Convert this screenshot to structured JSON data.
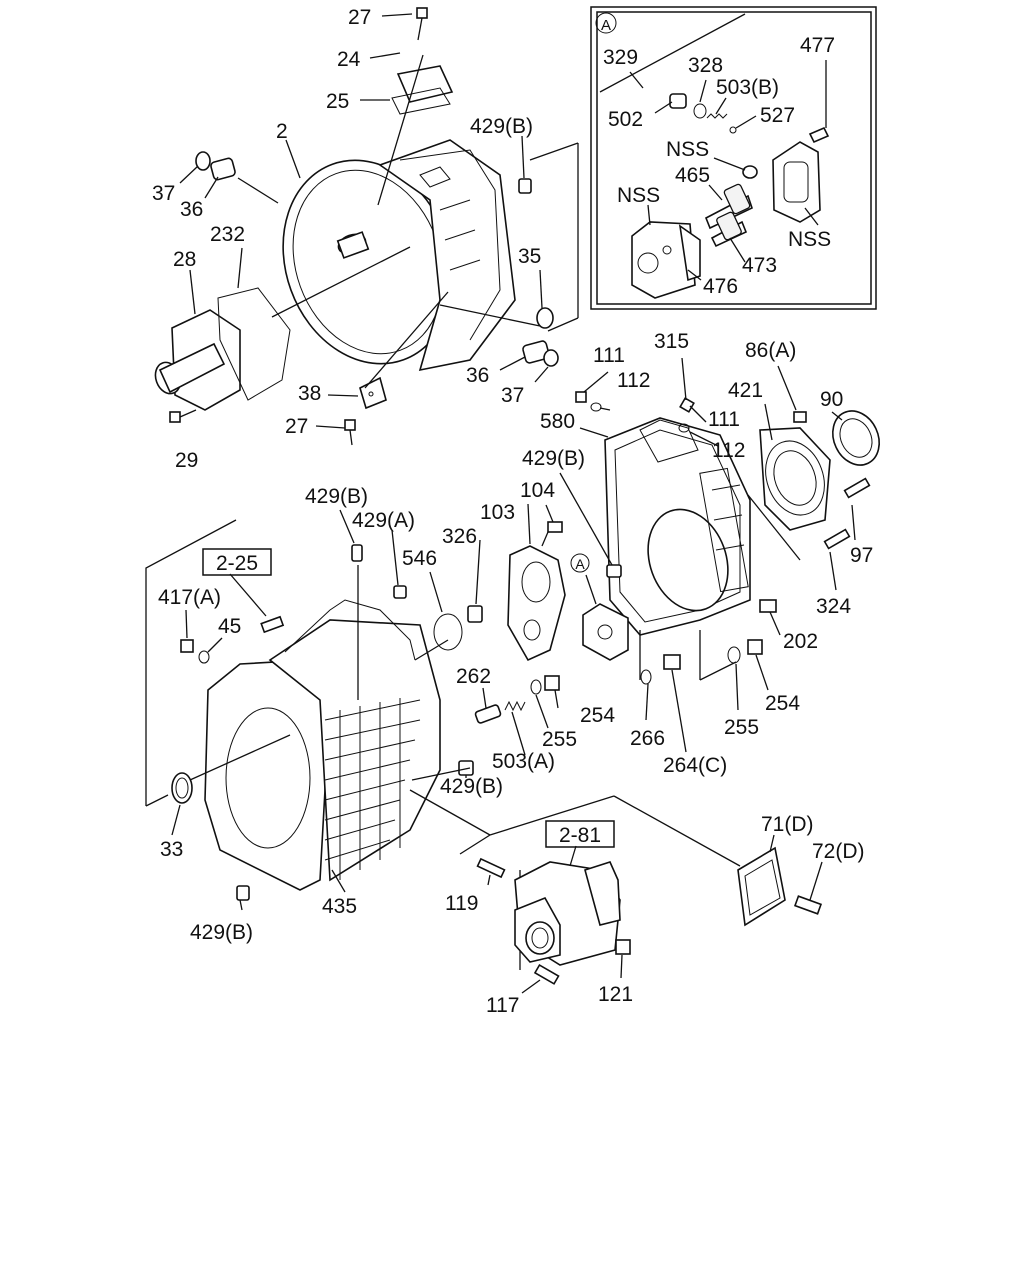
{
  "inset": {
    "marker": "A",
    "labels": [
      "329",
      "328",
      "503(B)",
      "477",
      "502",
      "527",
      "NSS",
      "465",
      "NSS",
      "NSS",
      "473",
      "476"
    ]
  },
  "refs": {
    "ref_2_25": "2-25",
    "ref_2_81": "2-81",
    "marker_A": "A"
  },
  "labels": {
    "l27a": "27",
    "l24": "24",
    "l25": "25",
    "l2": "2",
    "l429a": "429(B)",
    "l37a": "37",
    "l36a": "36",
    "l232": "232",
    "l28": "28",
    "l35": "35",
    "l36b": "36",
    "l37b": "37",
    "l38": "38",
    "l27b": "27",
    "l29": "29",
    "l111a": "111",
    "l315": "315",
    "l86": "86(A)",
    "l90": "90",
    "l112a": "112",
    "l421": "421",
    "l580": "580",
    "l111b": "111",
    "l112b": "112",
    "l429b": "429(B)",
    "l104": "104",
    "l429c": "429(B)",
    "l429d": "429(A)",
    "l103": "103",
    "l326": "326",
    "l546": "546",
    "l97": "97",
    "l417": "417(A)",
    "l45": "45",
    "l324": "324",
    "l202": "202",
    "l262": "262",
    "l254a": "254",
    "l255a": "255",
    "l266": "266",
    "l254b": "254",
    "l255b": "255",
    "l503a": "503(A)",
    "l264": "264(C)",
    "l429e": "429(B)",
    "l33": "33",
    "l71": "71(D)",
    "l72": "72(D)",
    "l435": "435",
    "l119": "119",
    "l429f": "429(B)",
    "l117": "117",
    "l121": "121"
  }
}
